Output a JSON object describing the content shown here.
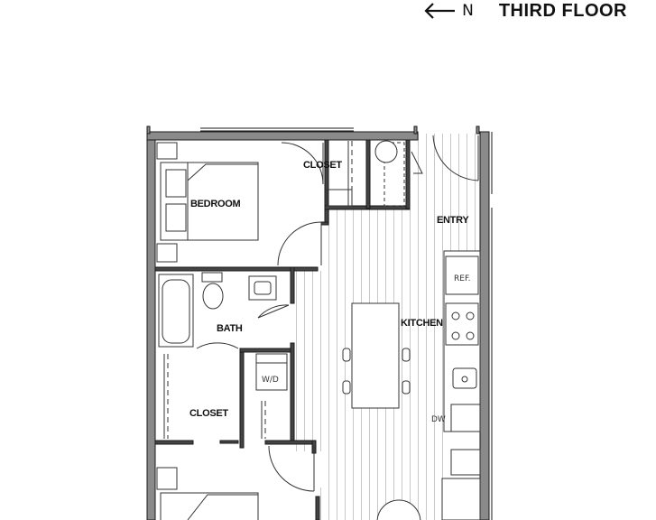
{
  "header": {
    "north_label": "N",
    "floor_title": "THIRD FLOOR",
    "north_icon": "arrow-left-icon"
  },
  "rooms": {
    "closet_top": "CLOSET",
    "bedroom": "BEDROOM",
    "entry": "ENTRY",
    "kitchen": "KITCHEN",
    "bath": "BATH",
    "closet_bottom": "CLOSET"
  },
  "fixtures": {
    "ref": "REF.",
    "wd": "W/D",
    "dw": "DW"
  },
  "colors": {
    "wall": "#1a1a1a",
    "wall_fill": "#8a8a8a",
    "line": "#333333",
    "floor_hatch": "#c8c8c8"
  }
}
